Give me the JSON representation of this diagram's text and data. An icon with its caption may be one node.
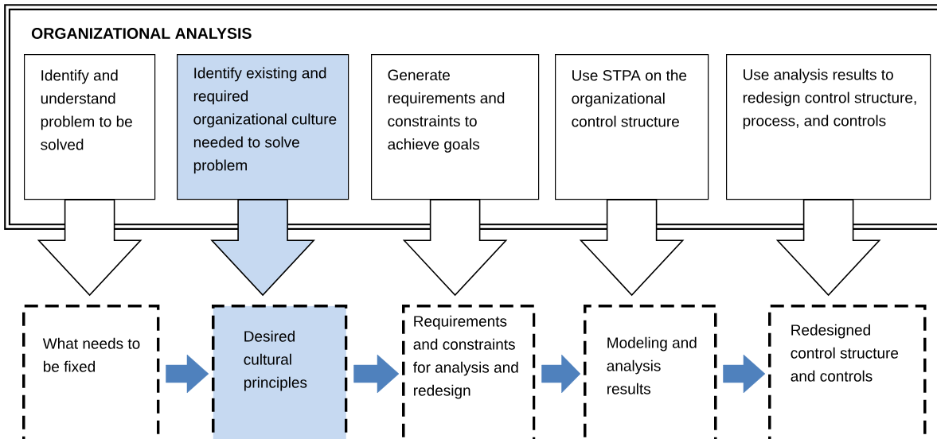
{
  "diagram": {
    "nodes": [
      {
        "text": [
          "ORGANIZATIONAL ANALYSIS"
        ]
      },
      {
        "text": [
          "Identify and understand problem to be solved"
        ],
        "in": 0
      },
      {
        "text": [
          "Identify existing and required organizational culture needed to solve problem"
        ],
        "in": 0
      },
      {
        "text": [
          "Generate requirements and constraints to achieve goals"
        ],
        "in": 0
      },
      {
        "text": [
          "Use STPA on the organizational control structure"
        ],
        "in": 0
      },
      {
        "text": [
          "Use analysis results to redesign control structure, process, and controls"
        ],
        "in": 0
      },
      {
        "text": [
          "What needs to be fixed"
        ]
      },
      {
        "text": [
          "Desired cultural principles"
        ]
      },
      {
        "text": [
          "Requirements and constraints for analysis and redesign"
        ]
      },
      {
        "text": [
          "Modeling and analysis results"
        ]
      },
      {
        "text": [
          "Redesigned control structure and controls"
        ]
      }
    ],
    "edges": [
      {
        "from": 1,
        "to": 6,
        "arrow": "to"
      },
      {
        "from": 2,
        "to": 7,
        "arrow": "to"
      },
      {
        "from": 3,
        "to": 8,
        "arrow": "to"
      },
      {
        "from": 4,
        "to": 9,
        "arrow": "to"
      },
      {
        "from": 5,
        "to": 10,
        "arrow": "to"
      },
      {
        "from": 6,
        "to": 7,
        "arrow": "to",
        "color": "#4f81bd"
      },
      {
        "from": 7,
        "to": 8,
        "arrow": "to",
        "color": "#4f81bd"
      },
      {
        "from": 8,
        "to": 9,
        "arrow": "to",
        "color": "#4f81bd"
      },
      {
        "from": 9,
        "to": 10,
        "arrow": "to",
        "color": "#4f81bd"
      }
    ]
  }
}
